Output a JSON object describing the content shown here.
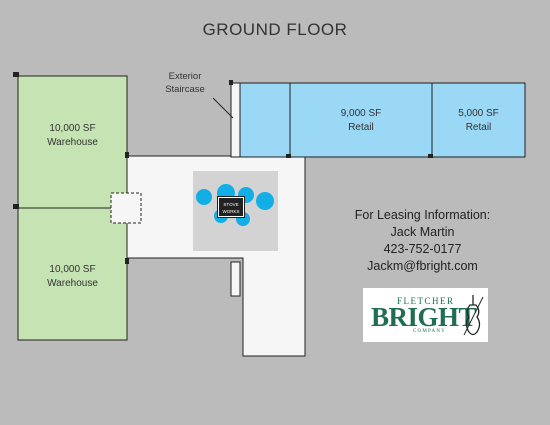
{
  "title": "GROUND FLOOR",
  "spaces": {
    "warehouse_top": {
      "size": "10,000 SF",
      "use": "Warehouse"
    },
    "warehouse_bottom": {
      "size": "10,000 SF",
      "use": "Warehouse"
    },
    "retail_large": {
      "size": "9,000 SF",
      "use": "Retail"
    },
    "retail_small": {
      "size": "5,000 SF",
      "use": "Retail"
    }
  },
  "staircase": {
    "line1": "Exterior",
    "line2": "Staircase"
  },
  "stove_works": {
    "line1": "STOVE",
    "line2": "WORKS"
  },
  "leasing": {
    "heading": "For Leasing Information:",
    "name": "Jack Martin",
    "phone": "423-752-0177",
    "email": "Jackm@fbright.com"
  },
  "logo": {
    "top": "FLETCHER",
    "main": "BRIGHT",
    "bottom": "COMPANY"
  },
  "colors": {
    "background": "#bcbbbb",
    "warehouse": "#c6e3b3",
    "retail": "#9ad8f5",
    "corridor": "#f6f6f6",
    "stove_works_tile": "#d3d3d3",
    "stove_works_blob": "#12aee6",
    "logo_green": "#1f6e52"
  }
}
